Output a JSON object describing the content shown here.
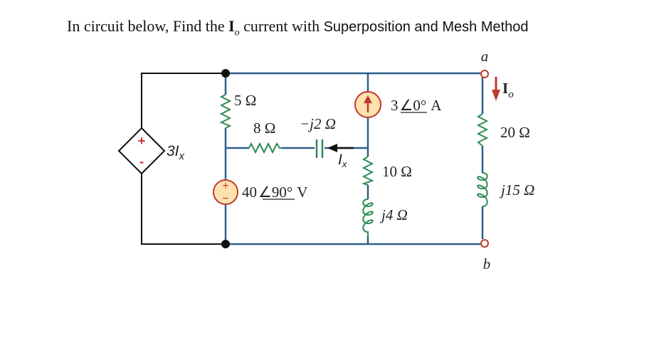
{
  "title": {
    "prefix": "In circuit below, Find the ",
    "io_symbol": "I",
    "io_subscript": "o",
    "middle": " current with ",
    "suffix": "Superposition and Mesh Method"
  },
  "circuit": {
    "dependent_source": {
      "type": "dependent voltage source",
      "label": "3I",
      "subscript": "x",
      "plus": "+",
      "minus": "-"
    },
    "resistor_5": {
      "label": "5 Ω"
    },
    "resistor_8": {
      "label": "8 Ω"
    },
    "capacitor": {
      "label": "−j2 Ω"
    },
    "ix_label": {
      "symbol": "I",
      "subscript": "x"
    },
    "voltage_source": {
      "label": "40",
      "angle": "90°",
      "unit": "V",
      "plus": "+",
      "minus": "−"
    },
    "current_source": {
      "label": "3",
      "angle": "0°",
      "unit": "A"
    },
    "resistor_10": {
      "label": "10 Ω"
    },
    "inductor_4": {
      "label": "j4 Ω"
    },
    "resistor_20": {
      "label": "20 Ω"
    },
    "inductor_15": {
      "label": "j15 Ω"
    },
    "terminal_a": {
      "label": "a"
    },
    "terminal_b": {
      "label": "b"
    },
    "io_label": {
      "symbol": "I",
      "subscript": "o"
    }
  },
  "colors": {
    "wire_blue": "#2f5f8a",
    "wire_black": "#111111",
    "component_green": "#2e8b57",
    "source_fill": "#fde2b0",
    "source_stroke": "#c0392b",
    "red": "#d32f2f"
  }
}
